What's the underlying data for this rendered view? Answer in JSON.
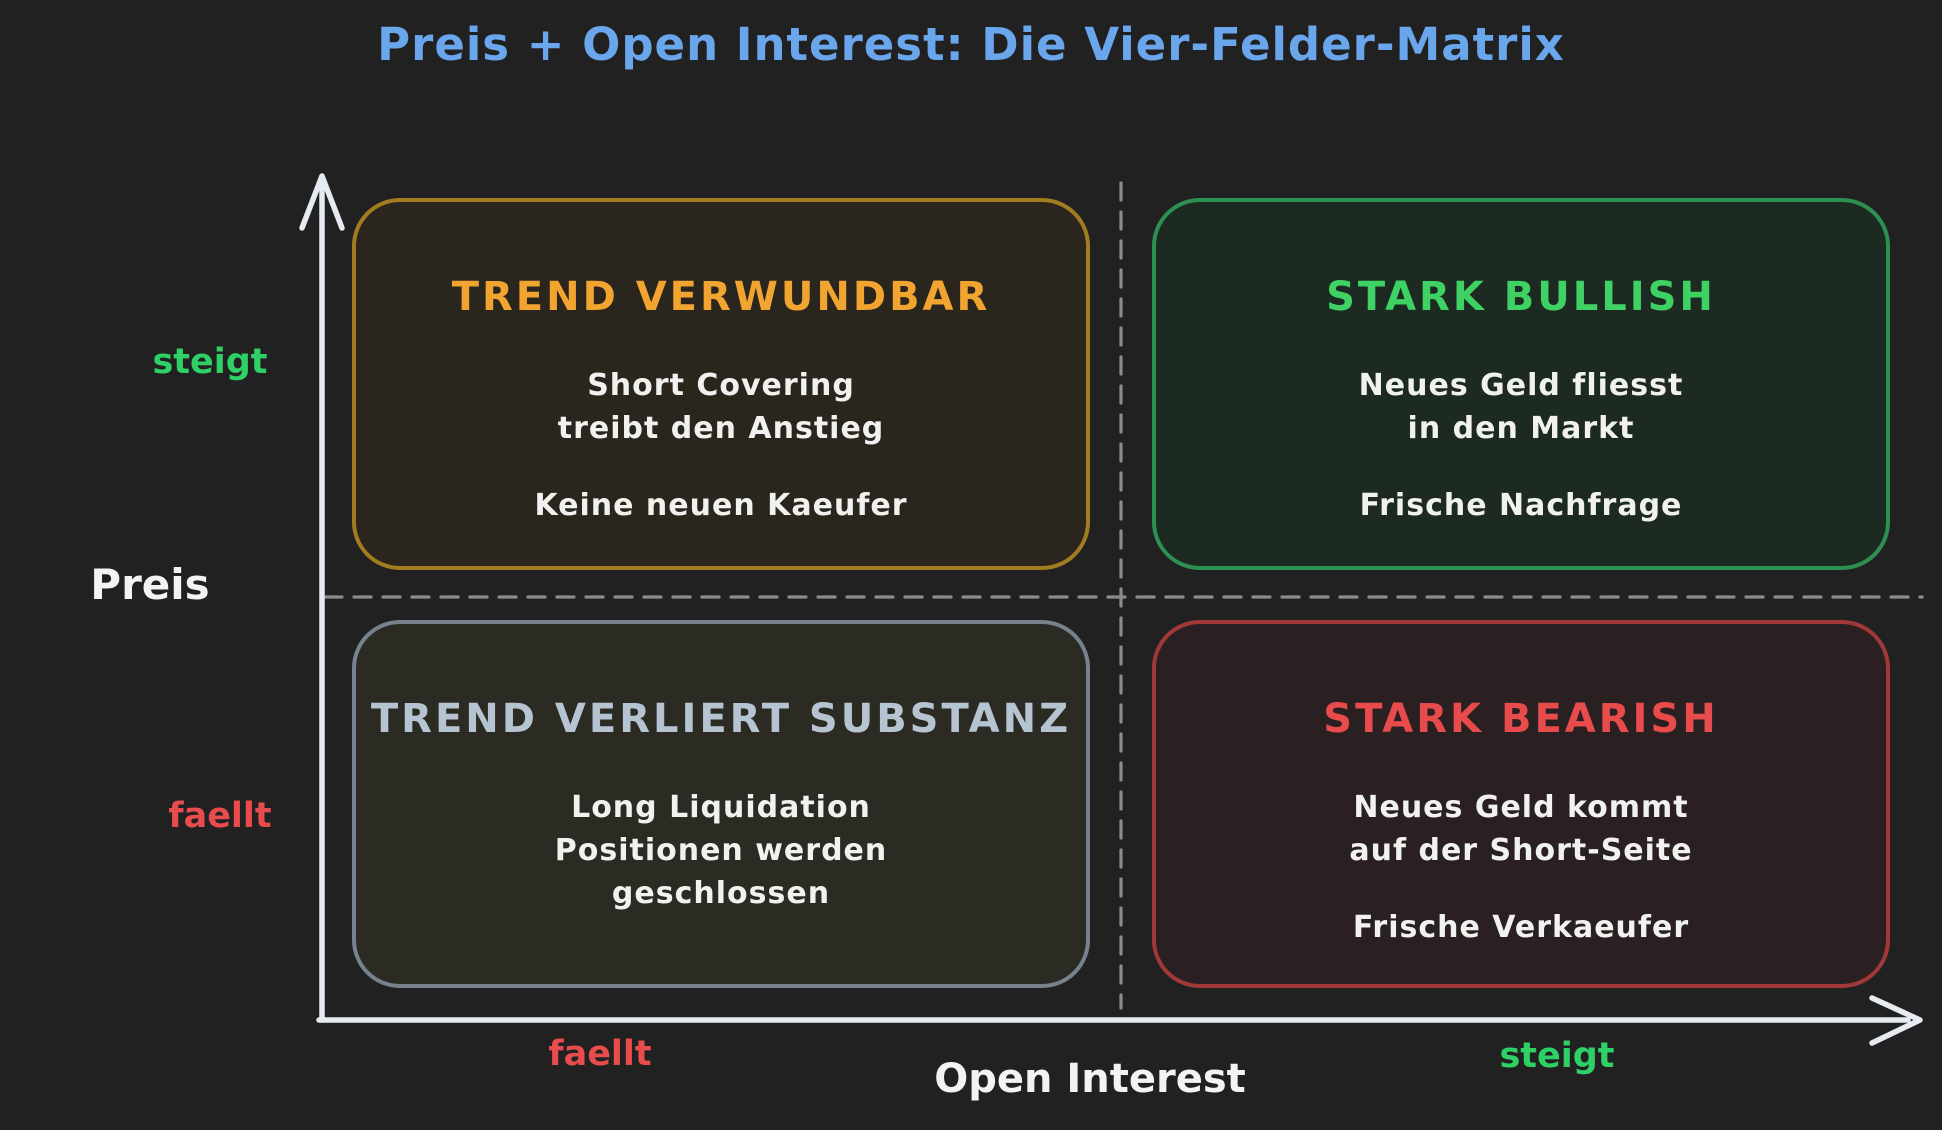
{
  "title": {
    "text": "Preis + Open Interest: Die Vier-Felder-Matrix",
    "color": "#6aa6ec"
  },
  "y_axis": {
    "label": "Preis",
    "up_label": "steigt",
    "down_label": "faellt"
  },
  "x_axis": {
    "label": "Open Interest",
    "left_label": "faellt",
    "right_label": "steigt"
  },
  "colors": {
    "background": "#212121",
    "axis": "#e6ebf2",
    "divider_dashed": "#8c8c8c",
    "positive_green": "#2fd066",
    "negative_red": "#e84c4c",
    "body_text": "#f1f2ef"
  },
  "quadrants": {
    "top_left": {
      "title": "TREND VERWUNDBAR",
      "title_color": "#f2a431",
      "border_color": "#a27c20",
      "bg_color": "#2a251d",
      "body1_line1": "Short Covering",
      "body1_line2": "treibt den Anstieg",
      "body2": "Keine neuen Kaeufer"
    },
    "top_right": {
      "title": "STARK BULLISH",
      "title_color": "#3ed164",
      "border_color": "#2d8f52",
      "bg_color": "#1d2a21",
      "body1_line1": "Neues Geld fliesst",
      "body1_line2": "in den Markt",
      "body2": "Frische Nachfrage"
    },
    "bottom_left": {
      "title": "TREND VERLIERT SUBSTANZ",
      "title_color": "#b6c4d2",
      "border_color": "#76828e",
      "bg_color": "#2b2a23",
      "body1_line1": "Long Liquidation",
      "body1_line2": "Positionen werden",
      "body1_line3": "geschlossen"
    },
    "bottom_right": {
      "title": "STARK BEARISH",
      "title_color": "#e84b4b",
      "border_color": "#a23838",
      "bg_color": "#2b2021",
      "body1_line1": "Neues Geld kommt",
      "body1_line2": "auf der Short-Seite",
      "body2": "Frische Verkaeufer"
    }
  }
}
